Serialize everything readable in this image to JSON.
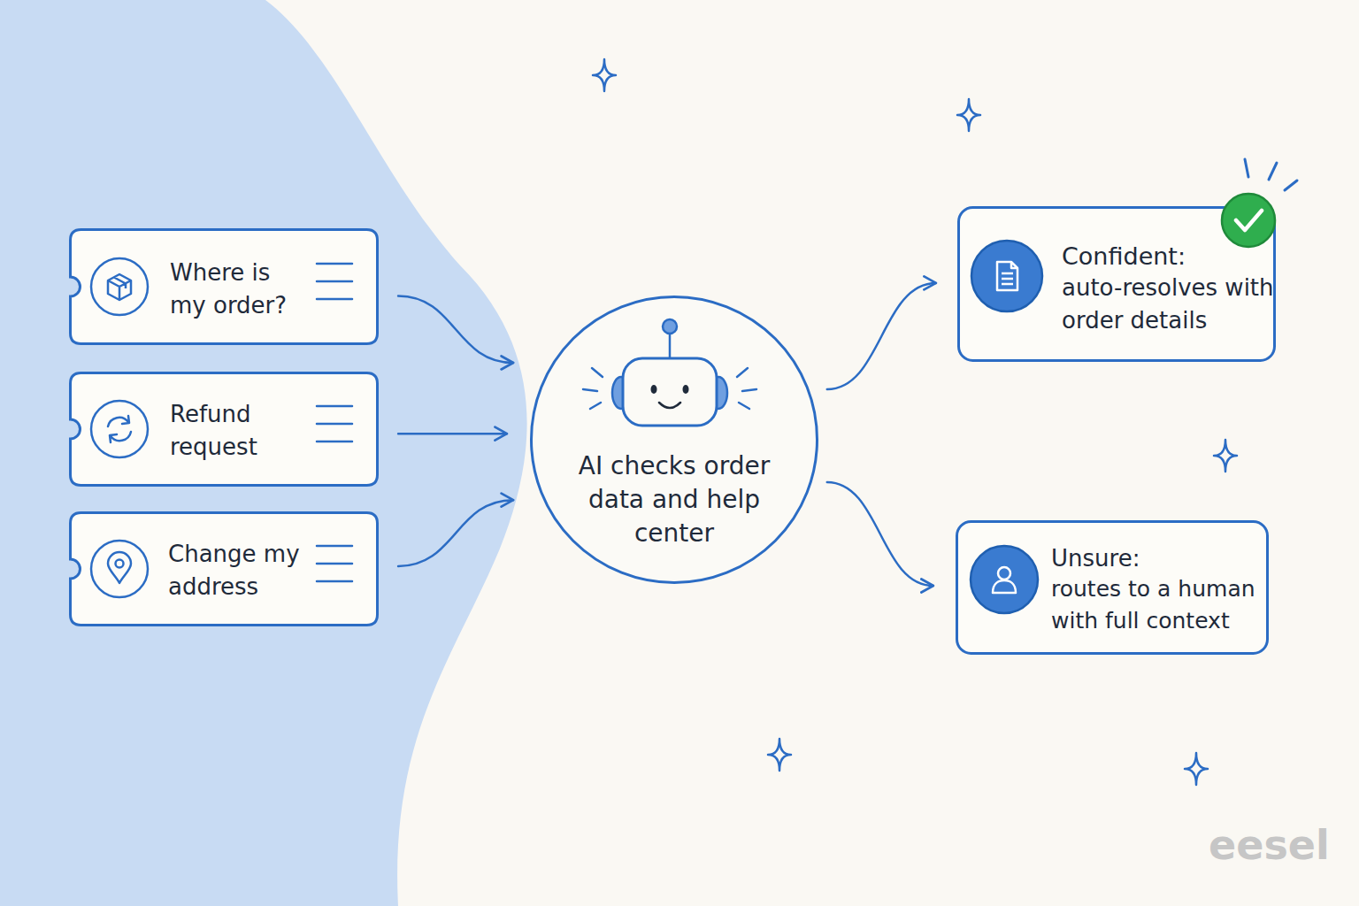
{
  "diagram": {
    "nodes": [
      {
        "text": [
          "Where is my order?"
        ]
      },
      {
        "text": [
          "Refund request"
        ]
      },
      {
        "text": [
          "Change my address"
        ]
      },
      {
        "text": [
          "AI checks order data and help center"
        ]
      },
      {
        "text": [
          "Confident:",
          "auto-resolves with order details"
        ]
      },
      {
        "text": [
          "Unsure:",
          "routes to a human with full context"
        ]
      }
    ],
    "edges": [
      {
        "from": 0,
        "to": 3,
        "arrow": "to"
      },
      {
        "from": 1,
        "to": 3,
        "arrow": "to"
      },
      {
        "from": 2,
        "to": 3,
        "arrow": "to"
      },
      {
        "from": 3,
        "to": 4,
        "arrow": "to"
      },
      {
        "from": 3,
        "to": 5,
        "arrow": "to"
      }
    ],
    "labels": [
      "eesel"
    ]
  }
}
